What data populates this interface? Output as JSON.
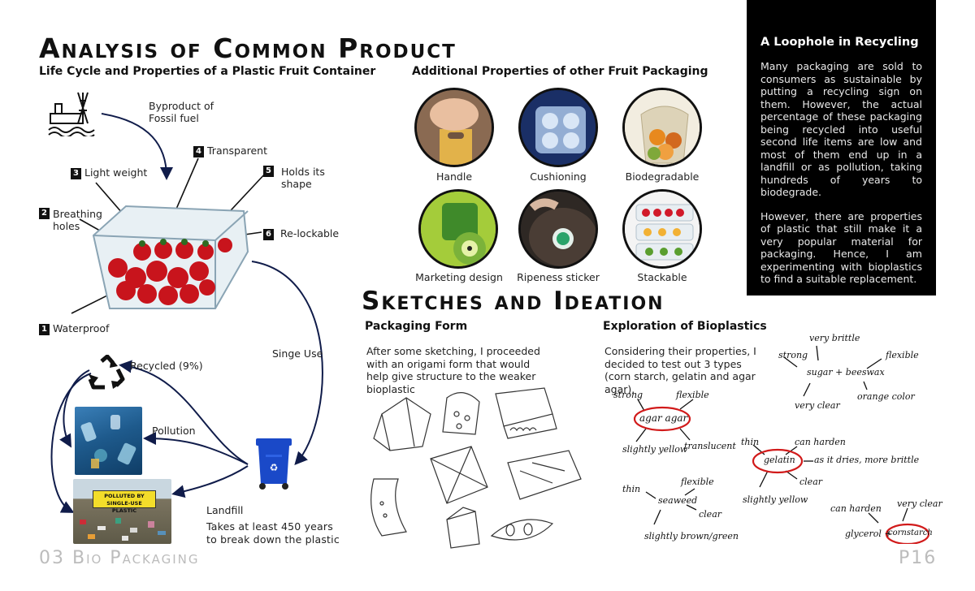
{
  "header": {
    "title": "Analysis of Common Product",
    "lifecycle_subtitle": "Life Cycle and Properties of a Plastic Fruit Container",
    "additional_subtitle": "Additional Properties of other Fruit Packaging"
  },
  "lifecycle": {
    "byproduct": "Byproduct of Fossil fuel",
    "properties": [
      {
        "num": "1",
        "label": "Waterproof"
      },
      {
        "num": "2",
        "label": "Breathing holes"
      },
      {
        "num": "3",
        "label": "Light weight"
      },
      {
        "num": "4",
        "label": "Transparent"
      },
      {
        "num": "5",
        "label": "Holds its shape"
      },
      {
        "num": "6",
        "label": "Re-lockable"
      }
    ],
    "single_use": "Singe Use",
    "recycled": "Recycled (9%)",
    "pollution": "Pollution",
    "landfill": "Landfill",
    "landfill_note": "Takes at least 450 years to break down the plastic",
    "banner_text": "POLLUTED BY SINGLE-USE PLASTIC"
  },
  "packaging": {
    "items": [
      {
        "label": "Handle"
      },
      {
        "label": "Cushioning"
      },
      {
        "label": "Biodegradable"
      },
      {
        "label": "Marketing design"
      },
      {
        "label": "Ripeness sticker"
      },
      {
        "label": "Stackable"
      }
    ]
  },
  "panel": {
    "title": "A Loophole in Recycling",
    "p1": "Many packaging are sold to consumers as sustainable by putting a recycling sign on them. However, the actual percentage of these packaging being recycled into useful second life items are low and most of them end up in a landfill or as pollution, taking hundreds of years to biodegrade.",
    "p2": "However, there are properties of plastic that still make it a very popular material for packaging. Hence, I am experimenting with bioplastics to find a suitable replacement."
  },
  "sketches": {
    "title": "Sketches and Ideation",
    "form_title": "Packaging Form",
    "form_text": "After some sketching, I proceeded with an origami form that would help give structure to the weaker bioplastic",
    "bio_title": "Exploration of Bioplastics",
    "bio_text": "Considering their properties, I decided to test out 3 types (corn starch, gelatin and agar agar).",
    "mindmaps": {
      "agar": {
        "center": "agar agar",
        "strong": "strong",
        "flexible": "flexible",
        "yellow": "slightly yellow",
        "translucent": "translucent"
      },
      "sugar": {
        "center": "sugar + beeswax",
        "brittle": "very brittle",
        "strong": "strong",
        "flexible": "flexible",
        "clear": "very clear",
        "orange": "orange color"
      },
      "gelatin": {
        "center": "gelatin",
        "thin": "thin",
        "harden": "can harden",
        "note": "as it dries, more brittle",
        "clear": "clear",
        "yellow": "slightly yellow"
      },
      "seaweed": {
        "center": "seaweed",
        "flexible": "flexible",
        "thin": "thin",
        "clear": "clear",
        "brown": "slightly brown/green"
      },
      "corn": {
        "center": "cornstarch",
        "harden": "can harden",
        "clear": "very clear",
        "glycerol": "glycerol +"
      }
    }
  },
  "footer": {
    "left": "03 Bio Packaging",
    "right": "P16"
  },
  "colors": {
    "accent_red": "#d11a1a",
    "arrow_navy": "#101c4a",
    "bin_blue": "#1a49c8",
    "panel_bg": "#000000"
  }
}
